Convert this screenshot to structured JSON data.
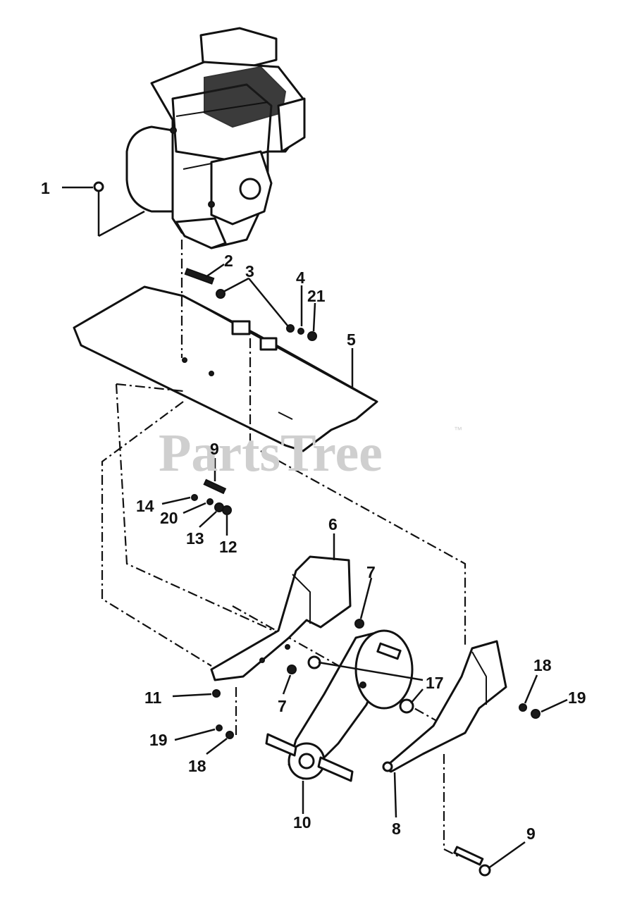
{
  "watermark": {
    "text": "PartsTree",
    "trademark": "™"
  },
  "callouts": [
    {
      "id": "c1",
      "label": "1"
    },
    {
      "id": "c2",
      "label": "2"
    },
    {
      "id": "c3",
      "label": "3"
    },
    {
      "id": "c4",
      "label": "4"
    },
    {
      "id": "c21",
      "label": "21"
    },
    {
      "id": "c5",
      "label": "5"
    },
    {
      "id": "c9a",
      "label": "9"
    },
    {
      "id": "c14",
      "label": "14"
    },
    {
      "id": "c20",
      "label": "20"
    },
    {
      "id": "c13",
      "label": "13"
    },
    {
      "id": "c12",
      "label": "12"
    },
    {
      "id": "c6",
      "label": "6"
    },
    {
      "id": "c7a",
      "label": "7"
    },
    {
      "id": "c17",
      "label": "17"
    },
    {
      "id": "c18a",
      "label": "18"
    },
    {
      "id": "c19a",
      "label": "19"
    },
    {
      "id": "c11",
      "label": "11"
    },
    {
      "id": "c7b",
      "label": "7"
    },
    {
      "id": "c19b",
      "label": "19"
    },
    {
      "id": "c18b",
      "label": "18"
    },
    {
      "id": "c10",
      "label": "10"
    },
    {
      "id": "c8",
      "label": "8"
    },
    {
      "id": "c9b",
      "label": "9"
    }
  ]
}
